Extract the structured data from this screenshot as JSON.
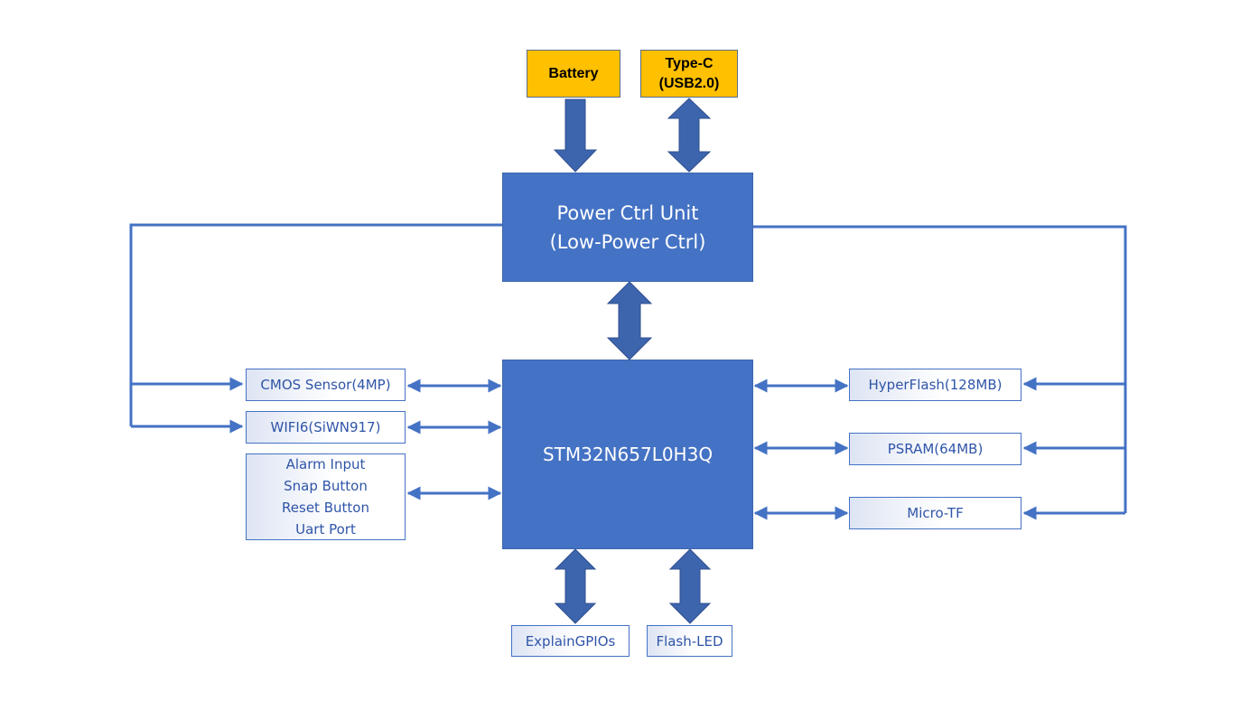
{
  "sources": {
    "battery": "Battery",
    "typec_line1": "Type-C",
    "typec_line2": "(USB2.0)"
  },
  "power_unit": {
    "line1": "Power Ctrl Unit",
    "line2": "(Low-Power Ctrl)"
  },
  "mcu": {
    "label": "STM32N657L0H3Q"
  },
  "left_peripherals": {
    "cmos": "CMOS Sensor(4MP)",
    "wifi": "WIFI6(SiWN917)",
    "io_list": [
      "Alarm Input",
      "Snap Button",
      "Reset Button",
      "Uart Port"
    ]
  },
  "right_peripherals": {
    "hyperflash": "HyperFlash(128MB)",
    "psram": "PSRAM(64MB)",
    "microtf": "Micro-TF"
  },
  "bottom_peripherals": {
    "gpio": "ExplainGPIOs",
    "led": "Flash-LED"
  },
  "colors": {
    "block": "#4472c4",
    "source": "#ffc000",
    "connector": "#4472c4",
    "fat_arrow": "#3d65ad"
  }
}
